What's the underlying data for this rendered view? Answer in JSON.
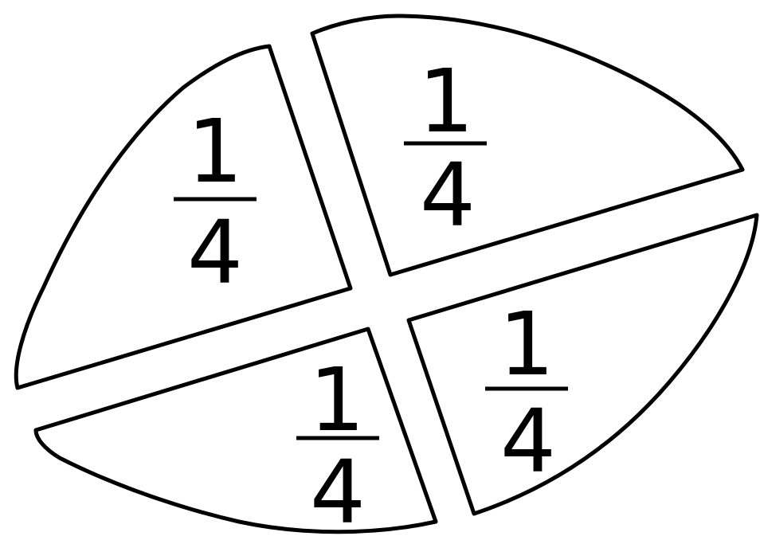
{
  "shape": "leaf",
  "pieces": [
    {
      "id": "top-left",
      "numerator": "1",
      "denominator": "4"
    },
    {
      "id": "top-right",
      "numerator": "1",
      "denominator": "4"
    },
    {
      "id": "bottom-left",
      "numerator": "1",
      "denominator": "4"
    },
    {
      "id": "bottom-right",
      "numerator": "1",
      "denominator": "4"
    }
  ],
  "colors": {
    "stroke": "#000000",
    "fill": "#ffffff"
  }
}
